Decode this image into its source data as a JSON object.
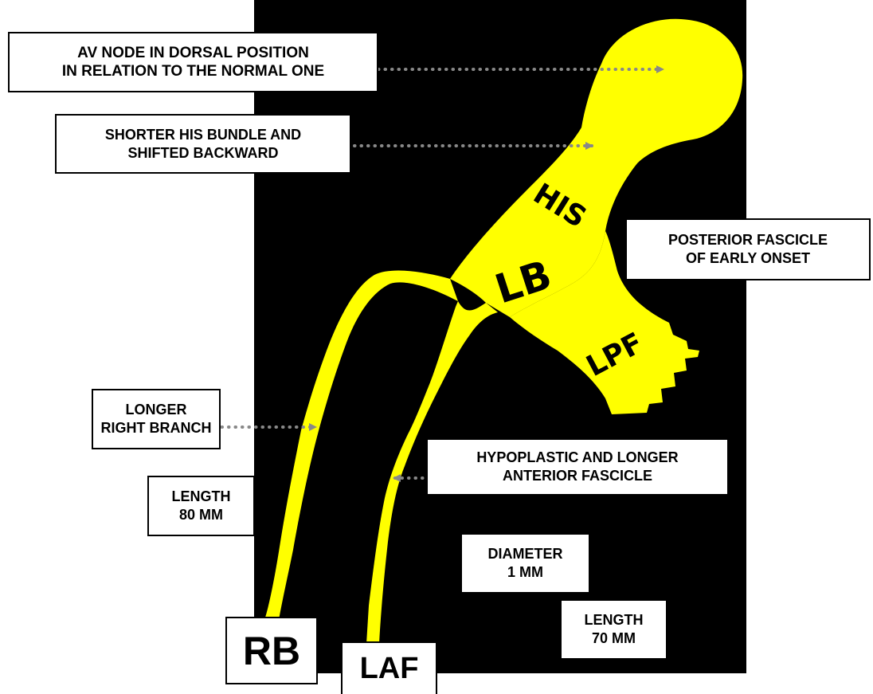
{
  "colors": {
    "background": "#000000",
    "conduction_system": "#ffff00",
    "arrow": "#888888",
    "label_box": "#ffffff"
  },
  "segments": {
    "his": "HIS",
    "lb": "LB",
    "lpf": "LPF"
  },
  "ends": {
    "rb": "RB",
    "laf": "LAF"
  },
  "callouts": {
    "av_node": "AV NODE IN DORSAL POSITION\nIN RELATION TO THE NORMAL ONE",
    "his_bundle": "SHORTER HIS BUNDLE AND\nSHIFTED BACKWARD",
    "posterior_fascicle": "POSTERIOR FASCICLE\nOF EARLY ONSET",
    "right_branch": "LONGER\nRIGHT BRANCH",
    "anterior_fascicle": "HYPOPLASTIC AND LONGER\nANTERIOR FASCICLE",
    "rb_length": "LENGTH\n80 MM",
    "diameter": "DIAMETER\n1  MM",
    "laf_length": "LENGTH\n70 MM"
  }
}
